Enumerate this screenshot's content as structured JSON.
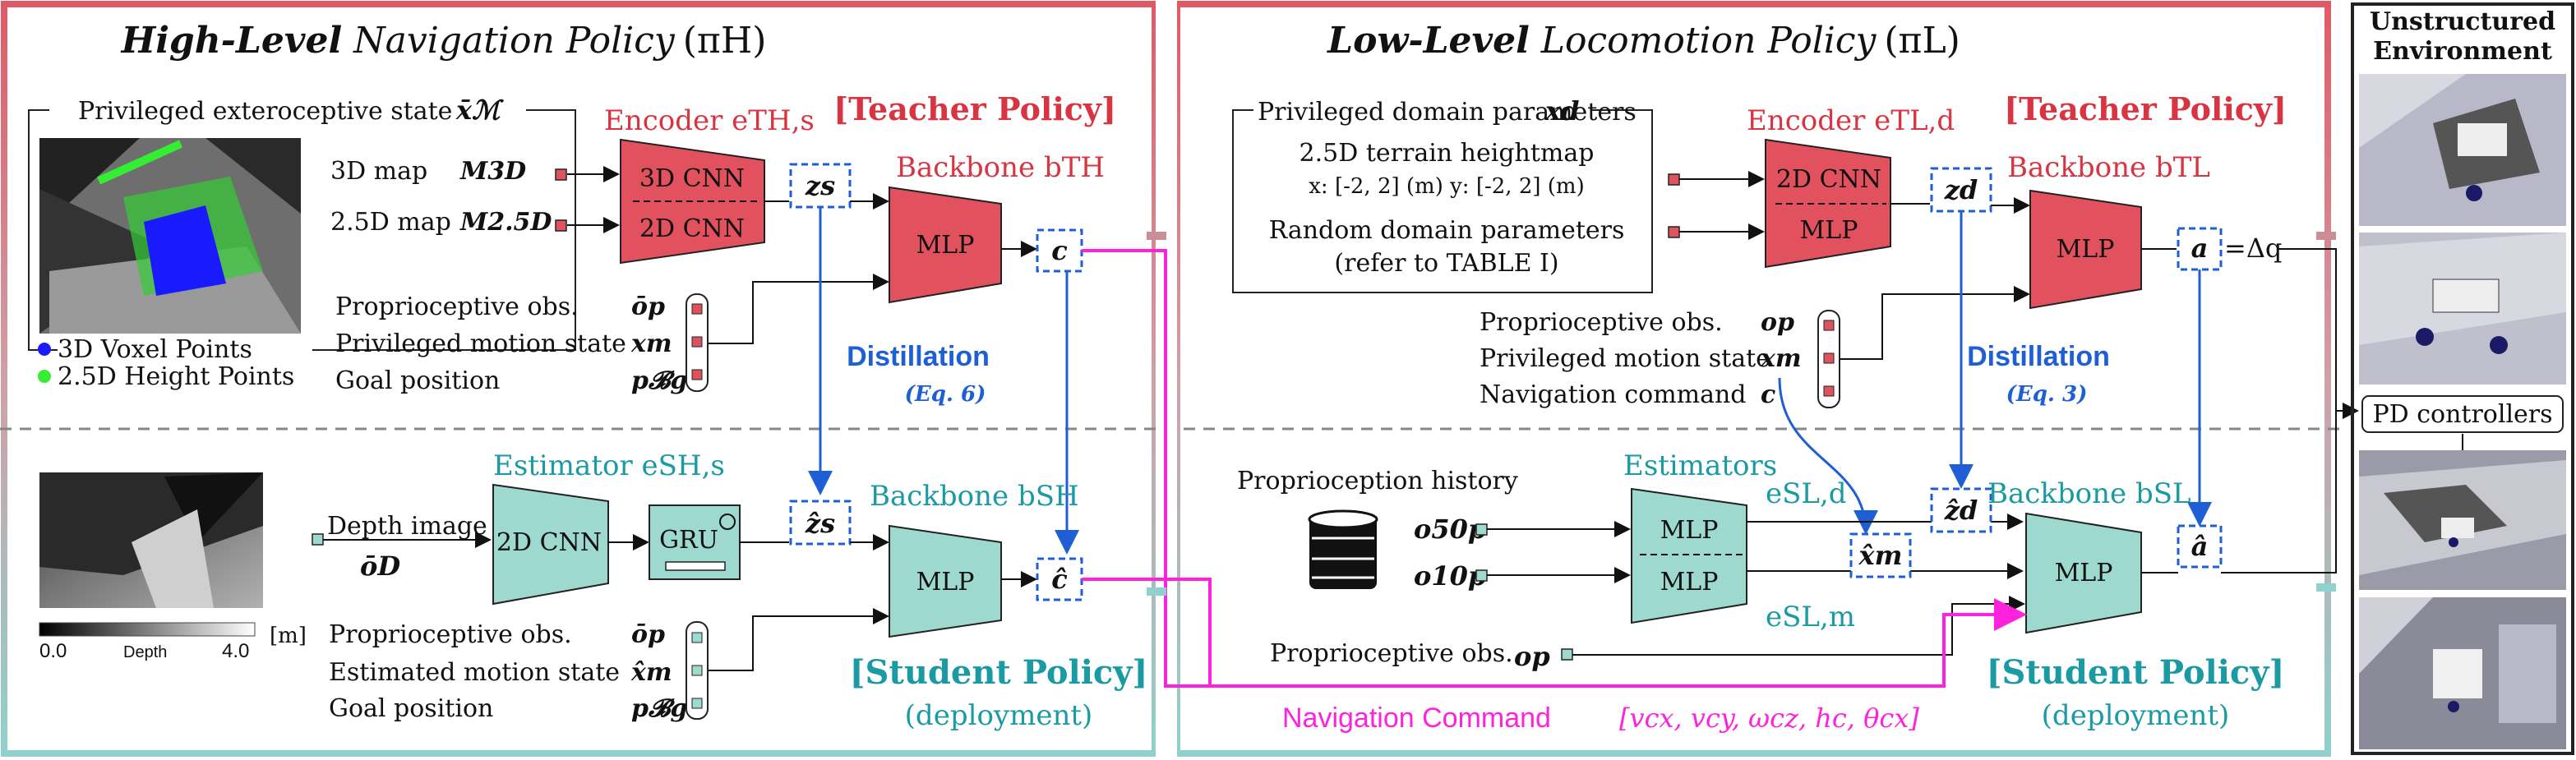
{
  "hl": {
    "title_bold": "High-Level",
    "title_rest": " Navigation Policy",
    "title_sym": "(πH)",
    "ext_state_label": "Privileged exteroceptive state",
    "ext_state_sym": "x̄ℳ",
    "legend_voxel": "3D Voxel Points",
    "legend_height": "2.5D Height Points",
    "map3d_label": "3D map",
    "map3d_sym": "M3D",
    "map25_label": "2.5D map",
    "map25_sym": "M2.5D",
    "teacher_encoder": "Encoder eTH,s",
    "cnn3d": "3D CNN",
    "cnn2d": "2D CNN",
    "z_teacher": "zs",
    "teacher_policy": "[Teacher Policy]",
    "teacher_backbone": "Backbone bTH",
    "mlp": "MLP",
    "c_teacher": "c",
    "prop_obs": "Proprioceptive obs.",
    "priv_motion": "Privileged motion state",
    "goal_pos": "Goal position",
    "sym_op": "ōp",
    "sym_xm": "xm",
    "sym_pg": "p𝓑g",
    "distill": "Distillation",
    "distill_eq": "(Eq. 6)",
    "depth_min": "0.0",
    "depth_label": "Depth",
    "depth_max": "4.0",
    "depth_unit": "[m]",
    "depth_image": "Depth image",
    "sym_od": "ōD",
    "student_estimator": "Estimator eSH,s",
    "gru": "GRU",
    "z_student": "ẑs",
    "student_backbone": "Backbone bSH",
    "c_student": "ĉ",
    "est_motion": "Estimated motion state",
    "sym_xm_hat": "x̂m",
    "student_policy": "[Student Policy]",
    "deployment": "(deployment)"
  },
  "ll": {
    "title_bold": "Low-Level",
    "title_rest": " Locomotion Policy",
    "title_sym": "(πL)",
    "priv_domain": "Privileged domain parameters",
    "priv_domain_sym": "xd",
    "heightmap": "2.5D terrain heightmap",
    "heightmap_range": "x: [-2, 2] (m) y: [-2, 2] (m)",
    "random_domain": "Random domain parameters",
    "table_ref": "(refer to TABLE I)",
    "teacher_encoder": "Encoder eTL,d",
    "cnn2d": "2D CNN",
    "mlp": "MLP",
    "z_teacher": "zd",
    "teacher_policy": "[Teacher Policy]",
    "teacher_backbone": "Backbone bTL",
    "a_teacher": "a",
    "delta_q": "=Δq",
    "prop_obs": "Proprioceptive obs.",
    "priv_motion": "Privileged motion state",
    "nav_cmd": "Navigation command",
    "sym_op": "op",
    "sym_xm": "xm",
    "sym_c": "c",
    "distill": "Distillation",
    "distill_eq": "(Eq. 3)",
    "prop_history": "Proprioception history",
    "sym_op50": "o50p",
    "sym_op10": "o10p",
    "estimators": "Estimators",
    "est_d": "eSL,d",
    "est_m": "eSL,m",
    "z_student": "ẑd",
    "xm_hat": "x̂m",
    "student_backbone": "Backbone bSL",
    "a_student": "â",
    "prop_obs_inline": "Proprioceptive obs.",
    "nav_command_label": "Navigation Command",
    "nav_command_vec": "[vcx, vcy, ωcz, hc, θcx]",
    "student_policy": "[Student Policy]",
    "deployment": "(deployment)"
  },
  "env": {
    "title_line1": "Unstructured",
    "title_line2": "Environment",
    "pd_controllers": "PD controllers"
  },
  "colors": {
    "teacher": "#e2525e",
    "student": "#9ed9cf",
    "distill": "#1f5fd6",
    "nav_command": "#ff22dd"
  }
}
